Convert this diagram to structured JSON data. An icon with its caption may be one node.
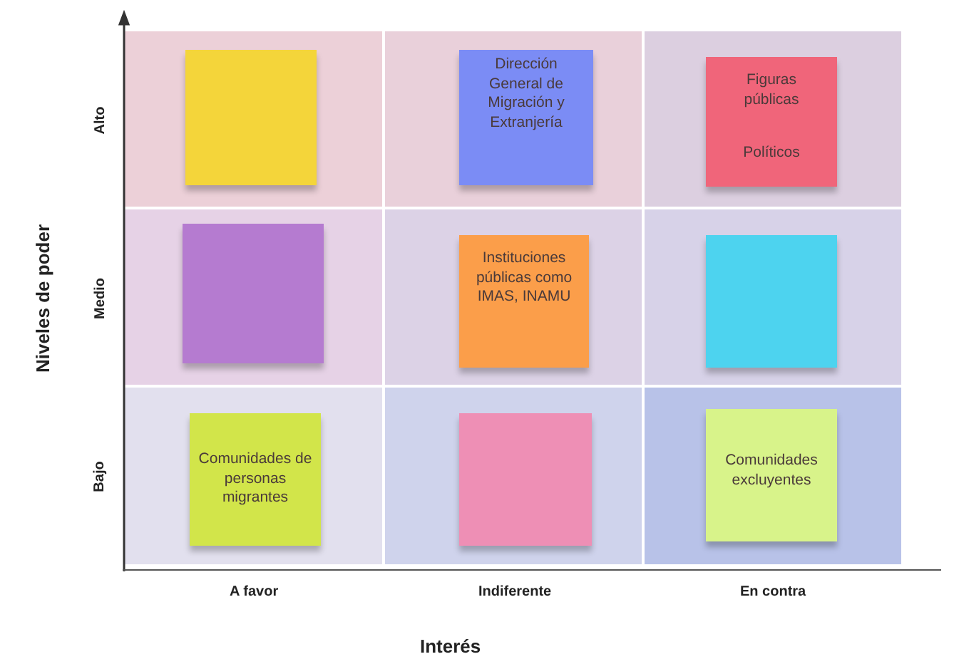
{
  "diagram": {
    "nodes": [
      {
        "text": [],
        "shape": "box"
      },
      {
        "text": [
          "Dirección General de Migración y Extranjería"
        ]
      },
      {
        "text": [
          "Figuras públicas",
          "Políticos"
        ]
      },
      {
        "text": [],
        "shape": "box"
      },
      {
        "text": [
          "Instituciones públicas como IMAS, INAMU"
        ]
      },
      {
        "text": [],
        "shape": "box"
      },
      {
        "text": [
          "Comunidades de personas migrantes"
        ]
      },
      {
        "text": [],
        "shape": "box"
      },
      {
        "text": [
          "Comunidades excluyentes"
        ]
      }
    ],
    "labels": [
      "Alto",
      "Medio",
      "Bajo",
      "Niveles de poder",
      "A favor",
      "Indiferente",
      "En contra",
      "Interés"
    ]
  }
}
